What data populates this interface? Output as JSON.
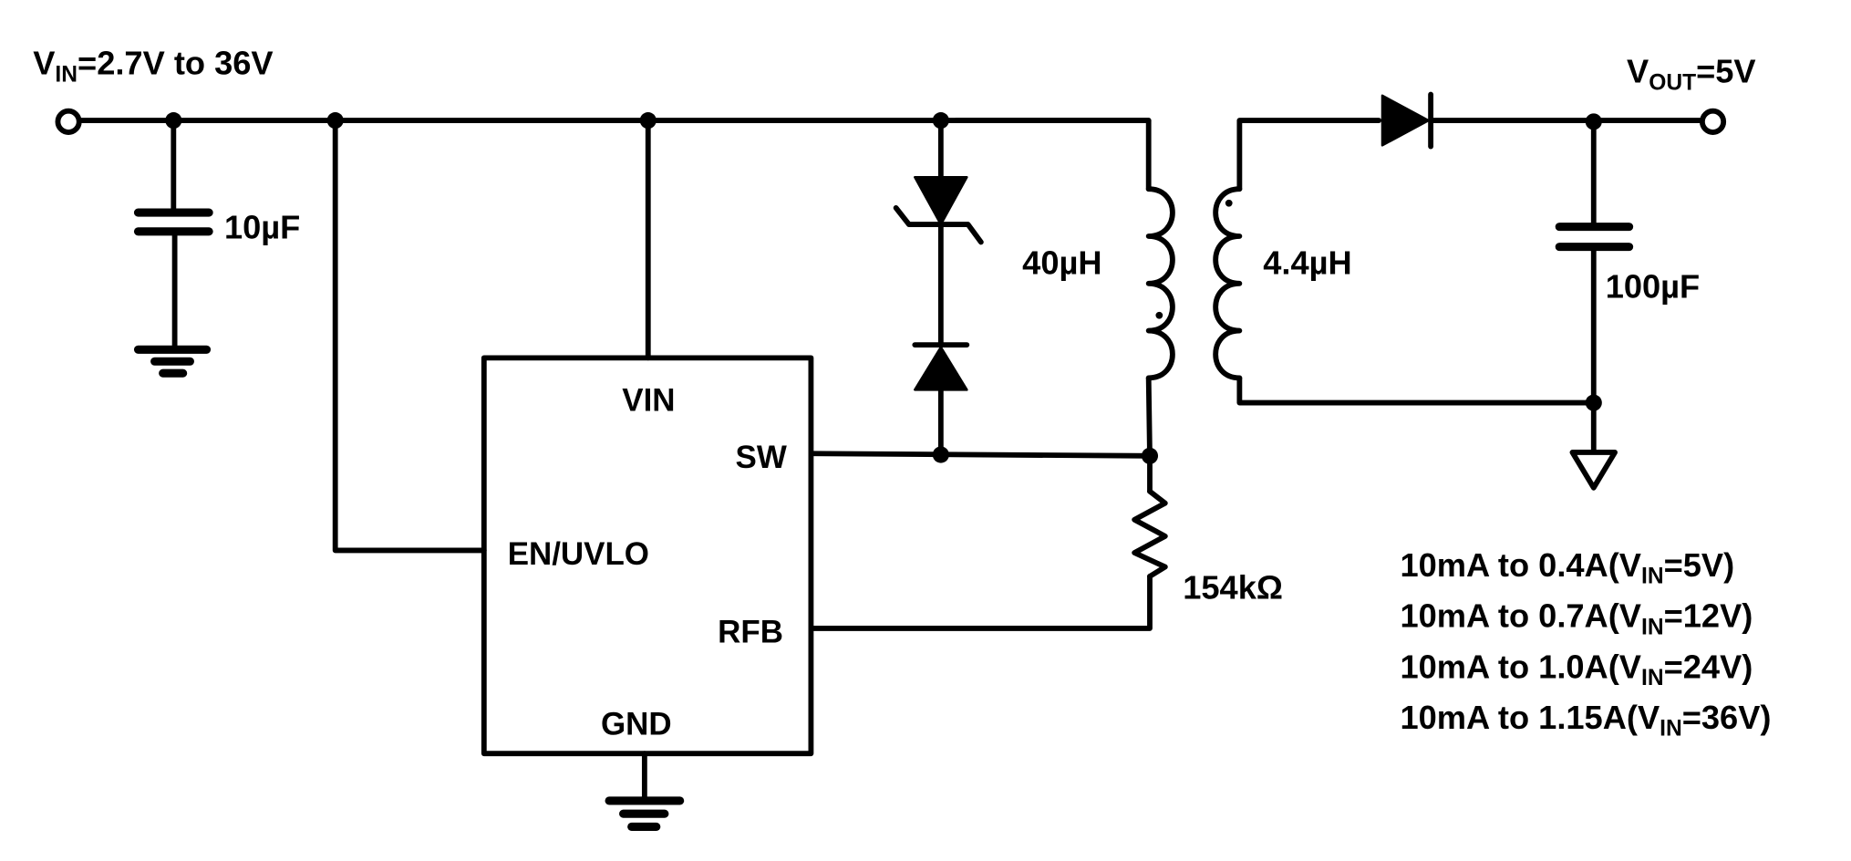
{
  "labels": {
    "vin": {
      "main": "V",
      "sub": "IN",
      "rest": "=2.7V to 36V"
    },
    "vout": {
      "main": "V",
      "sub": "OUT",
      "rest": "=5V"
    },
    "c_in": "10µF",
    "c_out": "100µF",
    "l_primary": "40µH",
    "l_secondary": "4.4µH",
    "r_fb": "154kΩ"
  },
  "ic": {
    "pins": {
      "vin": "VIN",
      "sw": "SW",
      "en": "EN/UVLO",
      "rfb": "RFB",
      "gnd": "GND"
    }
  },
  "load_notes": [
    {
      "prefix": "10mA to 0.4A(V",
      "sub": "IN",
      "suffix": "=5V)"
    },
    {
      "prefix": "10mA to 0.7A(V",
      "sub": "IN",
      "suffix": "=12V)"
    },
    {
      "prefix": "10mA to 1.0A(V",
      "sub": "IN",
      "suffix": "=24V)"
    },
    {
      "prefix": "10mA to 1.15A(V",
      "sub": "IN",
      "suffix": "=36V)"
    }
  ]
}
